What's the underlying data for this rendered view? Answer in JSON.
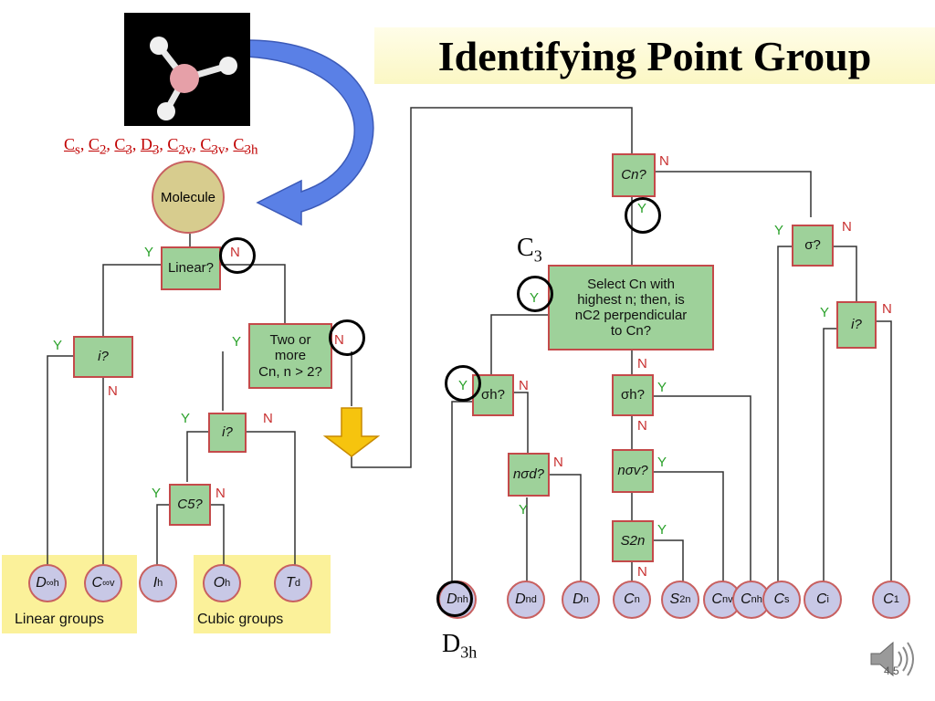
{
  "title": "Identifying Point Group",
  "group_list": [
    {
      "main": "C",
      "sub": "s"
    },
    {
      "main": "C",
      "sub": "2"
    },
    {
      "main": "C",
      "sub": "3"
    },
    {
      "main": "D",
      "sub": "3"
    },
    {
      "main": "C",
      "sub": "2v"
    },
    {
      "main": "C",
      "sub": "3v"
    },
    {
      "main": "C",
      "sub": "3h"
    }
  ],
  "molecule_label": "Molecule",
  "boxes": {
    "linear": "Linear?",
    "i_left": "i?",
    "two_or_more_1": "Two or",
    "two_or_more_2": "more",
    "two_or_more_3": "Cn, n > 2?",
    "i_mid": "i?",
    "c5": "C5?",
    "cn": "Cn?",
    "select_1": "Select Cn with",
    "select_2": "highest n; then, is",
    "select_3": "nC2 perpendicular",
    "select_4": "to Cn?",
    "sigma_h_left": "σh?",
    "sigma_h_mid": "σh?",
    "n_sigma_d": "nσd?",
    "n_sigma_v": "nσv?",
    "s2n": "S2n",
    "sigma": "σ?",
    "i_right": "i?"
  },
  "yn": {
    "y": "Y",
    "n": "N"
  },
  "panel_labels": {
    "linear": "Linear groups",
    "cubic": "Cubic groups"
  },
  "annotations": {
    "c3": "C3",
    "d3h": "D3h"
  },
  "page_number": "4.5"
}
